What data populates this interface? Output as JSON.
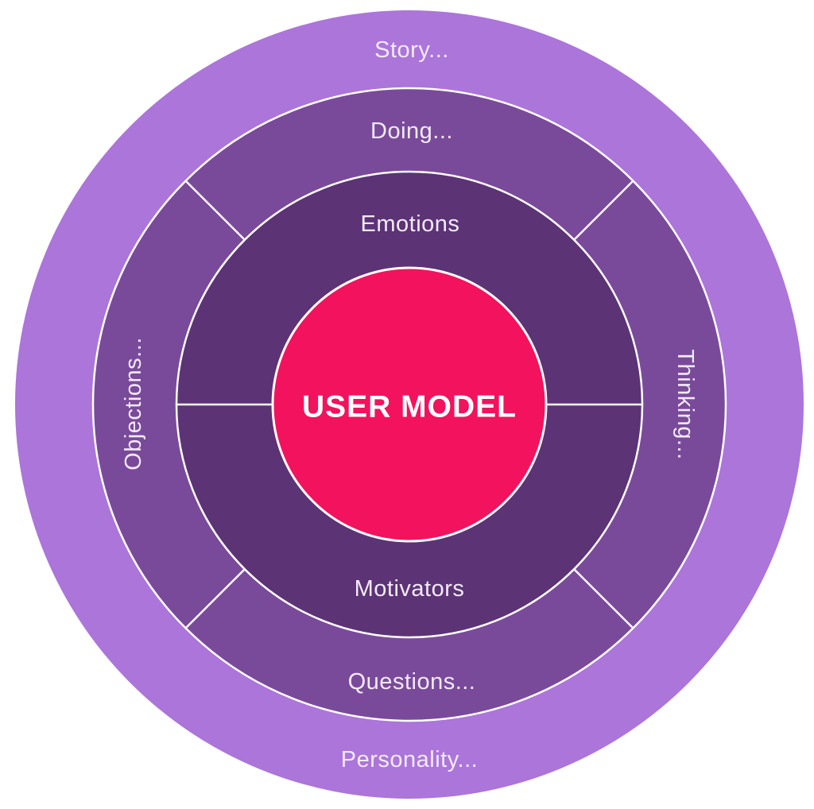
{
  "diagram": {
    "center_label": "USER MODEL",
    "rings": {
      "outer": {
        "top": "Story...",
        "bottom": "Personality..."
      },
      "middle": {
        "top": "Doing...",
        "right": "Thinking...",
        "bottom": "Questions...",
        "left": "Objections..."
      },
      "inner": {
        "top": "Emotions",
        "bottom": "Motivators"
      }
    }
  },
  "colors": {
    "background": "#ffffff",
    "center_circle": "#f3125e",
    "inner_ring": "#5c3375",
    "middle_ring": "#7a4a9a",
    "outer_ring": "#ac75da",
    "divider": "#ffffff",
    "ring_label": "#f2eaf9",
    "center_label": "#ffffff"
  }
}
